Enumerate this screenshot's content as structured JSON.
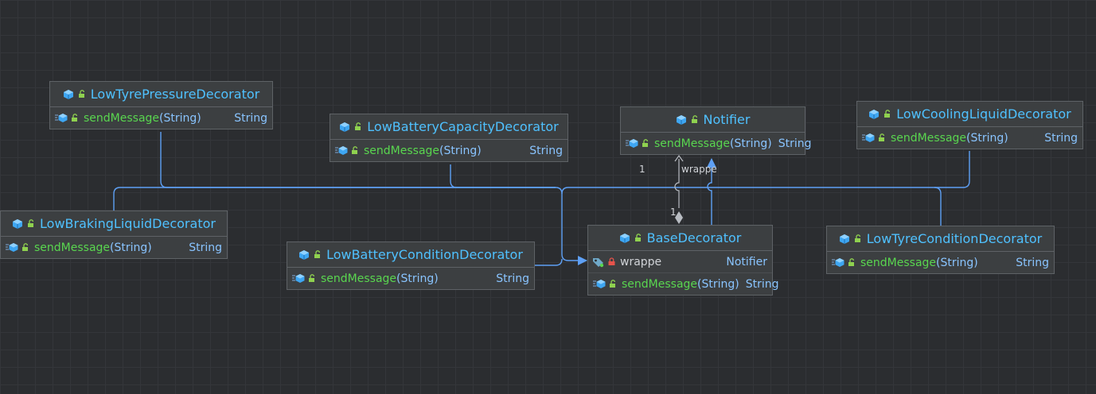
{
  "classes": {
    "tyre_pressure": {
      "name": "LowTyrePressureDecorator",
      "methods": [
        {
          "name": "sendMessage",
          "param": "String",
          "type": "String"
        }
      ]
    },
    "battery_capacity": {
      "name": "LowBatteryCapacityDecorator",
      "methods": [
        {
          "name": "sendMessage",
          "param": "String",
          "type": "String"
        }
      ]
    },
    "notifier": {
      "name": "Notifier",
      "methods": [
        {
          "name": "sendMessage",
          "param": "String",
          "type": "String"
        }
      ]
    },
    "cooling_liquid": {
      "name": "LowCoolingLiquidDecorator",
      "methods": [
        {
          "name": "sendMessage",
          "param": "String",
          "type": "String"
        }
      ]
    },
    "braking_liquid": {
      "name": "LowBrakingLiquidDecorator",
      "methods": [
        {
          "name": "sendMessage",
          "param": "String",
          "type": "String"
        }
      ]
    },
    "battery_condition": {
      "name": "LowBatteryConditionDecorator",
      "methods": [
        {
          "name": "sendMessage",
          "param": "String",
          "type": "String"
        }
      ]
    },
    "base_decorator": {
      "name": "BaseDecorator",
      "fields": [
        {
          "name": "wrappe",
          "type": "Notifier"
        }
      ],
      "methods": [
        {
          "name": "sendMessage",
          "param": "String",
          "type": "String"
        }
      ]
    },
    "tyre_condition": {
      "name": "LowTyreConditionDecorator",
      "methods": [
        {
          "name": "sendMessage",
          "param": "String",
          "type": "String"
        }
      ]
    }
  },
  "association": {
    "role": "wrappe",
    "multiplicity_target": "1",
    "multiplicity_source": "1"
  },
  "colors": {
    "canvas": "#2b2d30",
    "node_bg": "#3c3f41",
    "edge": "#5ea0f5",
    "class_name": "#4fc1ff",
    "method": "#59d64f",
    "type": "#89c4ff"
  },
  "icons": {
    "class": "class-icon",
    "public": "public-lock-icon",
    "private": "private-lock-icon",
    "method": "method-icon",
    "field": "field-tag-icon"
  }
}
